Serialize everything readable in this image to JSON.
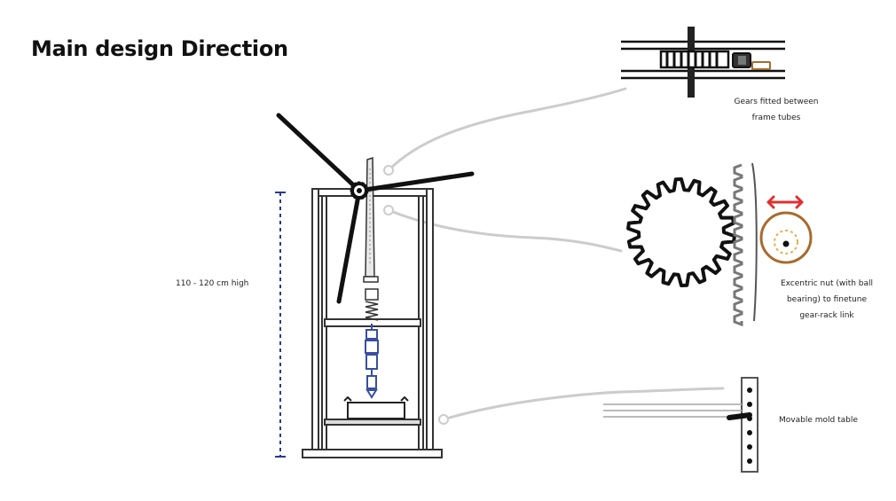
{
  "title": "Main design Direction",
  "labels": {
    "height": "110 - 120 cm high",
    "gears_line1": "Gears fitted between",
    "gears_line2": "frame tubes",
    "nut_line1": "Excentric nut (with ball",
    "nut_line2": "bearing) to finetune",
    "nut_line3": "gear-rack link",
    "mold_table": "Movable mold table"
  },
  "colors": {
    "line": "#111111",
    "frame": "#333333",
    "callout_leader": "#cccccc",
    "dimension": "#2b3a8c",
    "piston": "#3a4fa0",
    "arrow": "#e03030",
    "nut": "#a86b2d",
    "nut_inner": "#e0b050",
    "mold_gray": "#bbbbbb"
  }
}
